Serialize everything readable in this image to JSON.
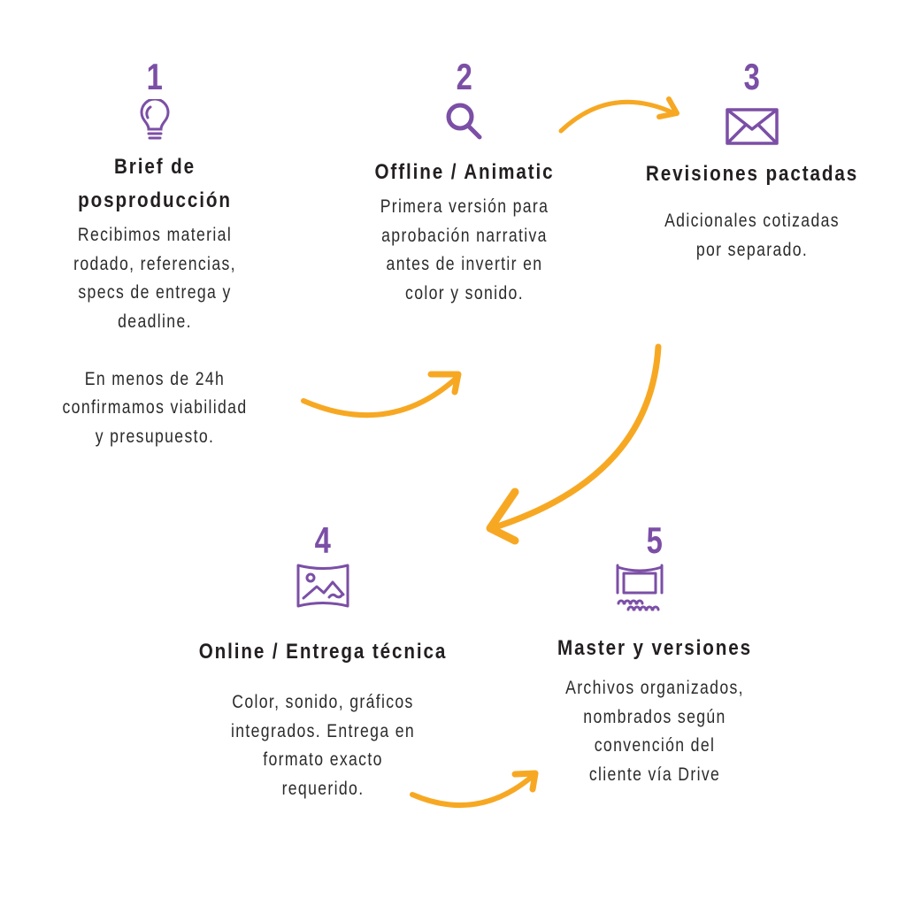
{
  "colors": {
    "accent": "#7b4fa6",
    "arrow": "#f7a823",
    "text": "#231f20"
  },
  "steps": [
    {
      "number": "1",
      "icon": "lightbulb-icon",
      "title_lines": [
        "Brief de",
        "posproducción"
      ],
      "description": "Recibimos material\nrodado, referencias,\nspecs de entrega y\ndeadline.\n\nEn menos de 24h\nconfirmamos viabilidad\ny presupuesto."
    },
    {
      "number": "2",
      "icon": "magnifier-icon",
      "title": "Offline / Animatic",
      "description": "Primera versión para\naprobación narrativa\nantes de invertir en\ncolor y sonido."
    },
    {
      "number": "3",
      "icon": "envelope-icon",
      "title": "Revisiones pactadas",
      "description": "Adicionales cotizadas\npor separado."
    },
    {
      "number": "4",
      "icon": "panorama-image-icon",
      "title": "Online / Entrega técnica",
      "description": "Color, sonido, gráficos\nintegrados. Entrega en\nformato exacto\nrequerido."
    },
    {
      "number": "5",
      "icon": "cinema-screen-icon",
      "title": "Master y versiones",
      "description": "Archivos organizados,\nnombrados según\nconvención del\ncliente vía Drive"
    }
  ]
}
